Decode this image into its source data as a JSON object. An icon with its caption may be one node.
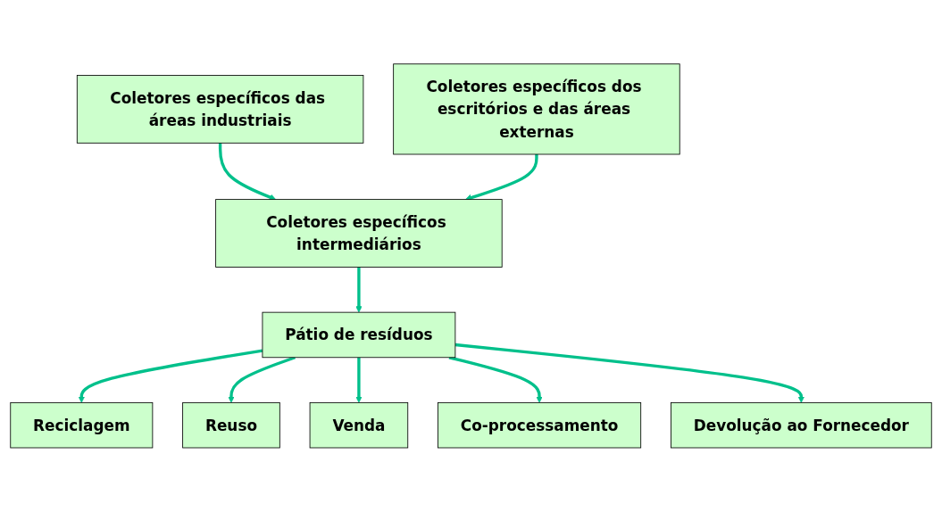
{
  "diagram": {
    "nodes": [
      {
        "text": [
          "Coletores específicos das áreas industriais"
        ]
      },
      {
        "text": [
          "Coletores específicos dos escritórios e das áreas externas"
        ]
      },
      {
        "text": [
          "Coletores específicos intermediários"
        ]
      },
      {
        "text": [
          "Reciclagem"
        ]
      },
      {
        "text": [
          "Co-processamento"
        ]
      },
      {
        "text": [
          "Pátio de resíduos"
        ]
      },
      {
        "text": [
          "Reuso"
        ]
      },
      {
        "text": [
          "Devolução ao Fornecedor"
        ]
      },
      {
        "text": [
          "Venda"
        ]
      }
    ],
    "edges": [
      {
        "from": 0,
        "to": 2,
        "arrow": "to"
      },
      {
        "from": 1,
        "to": 2,
        "arrow": "to"
      },
      {
        "from": 2,
        "to": 5,
        "arrow": "to"
      },
      {
        "from": 5,
        "to": 3,
        "arrow": "to"
      },
      {
        "from": 5,
        "to": 6,
        "arrow": "to"
      },
      {
        "from": 5,
        "to": 8,
        "arrow": "to"
      },
      {
        "from": 5,
        "to": 4,
        "arrow": "to"
      },
      {
        "from": 5,
        "to": 7,
        "arrow": "to"
      }
    ]
  }
}
